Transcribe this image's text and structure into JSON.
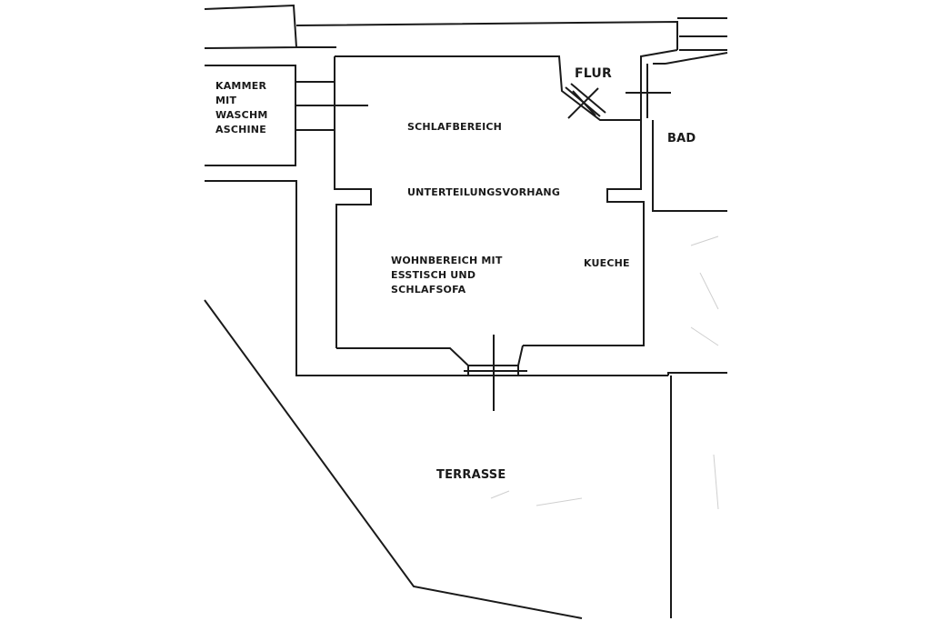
{
  "rooms": {
    "kammer": "KAMMER\nMIT\nWASCHM\nASCHINE",
    "flur": "FLUR",
    "bad": "BAD",
    "schlafbereich": "SCHLAFBEREICH",
    "vorhang": "UNTERTEILUNGSVORHANG",
    "wohnbereich": "WOHNBEREICH MIT\nESSTISCH UND\nSCHLAFSOFA",
    "kueche": "KUECHE",
    "terrasse": "TERRASSE"
  },
  "colors": {
    "line": "#1a1a1a",
    "background": "#ffffff"
  }
}
